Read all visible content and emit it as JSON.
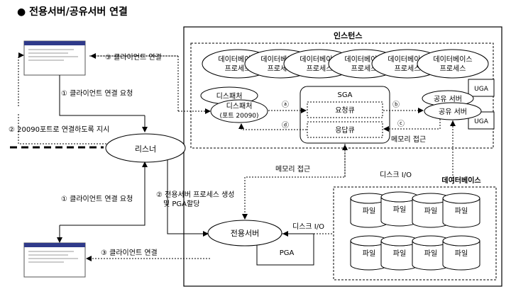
{
  "title": "● 전용서버/공유서버 연결",
  "instance": {
    "label": "인스턴스",
    "db_process_line1": "데이터베이스",
    "db_process_line2": "프로세스",
    "dispatcher_back": "디스패처",
    "dispatcher_line1": "디스패처",
    "dispatcher_line2": "(포트 20090)",
    "sga": {
      "label": "SGA",
      "request_queue": "요청큐",
      "response_queue": "응답큐"
    },
    "memory_access": "메모리 접근",
    "uga": "UGA",
    "shared_server": "공유 서버",
    "step_a": "ⓐ",
    "step_b": "ⓑ",
    "step_c": "ⓒ",
    "step_d": "ⓓ"
  },
  "listener": "리스너",
  "dedicated_server": "전용서버",
  "pga": "PGA",
  "database": {
    "label": "데이터베이스",
    "file": "파일"
  },
  "edges": {
    "client_connect_top": "③ 클라이언트 연결",
    "client_request_top": "① 클라이언트 연결 요청",
    "port_redirect": "② 20090포트로 연결하도록 지시",
    "client_request_bottom": "① 클라이언트 연결 요청",
    "create_dedicated_line1": "② 전용서버 프로세스 생성",
    "create_dedicated_line2": "및 PGA할당",
    "client_connect_bottom": "③ 클라이언트 연결",
    "memory_access": "메모리 접근",
    "disk_io_shared": "디스크 I/O",
    "disk_io_dedicated": "디스크 I/O"
  }
}
